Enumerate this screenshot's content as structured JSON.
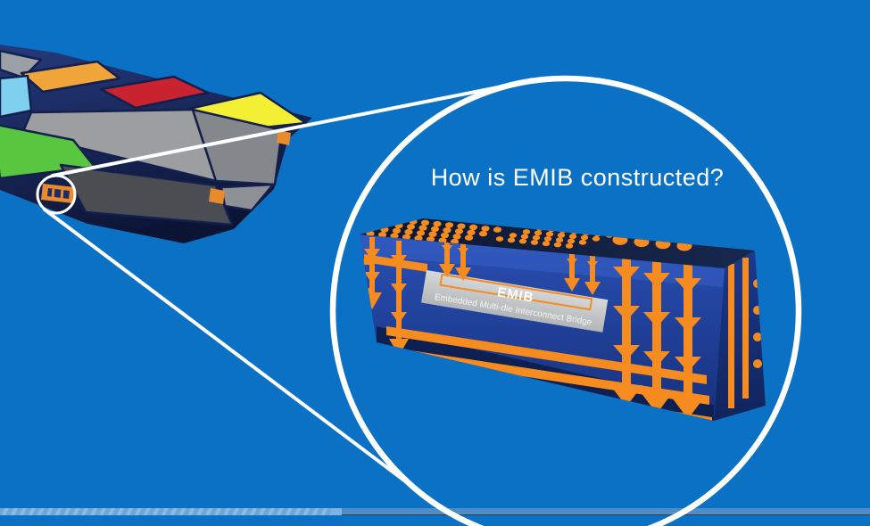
{
  "slide": {
    "title": "How is EMIB constructed?",
    "title_color": "#ffffff"
  },
  "emib_label": {
    "title": "EMIB",
    "subtitle": "Embedded Multi-die Interconnect Bridge"
  },
  "colors": {
    "background": "#0a71c5",
    "copper": "#f68b1f",
    "block_front_blue": "#1d3c98",
    "block_top_navy": "#0f1a36",
    "label_plate": "#c6c9cb",
    "magnifier_stroke": "#ffffff",
    "package_substrate": "#1c2c66",
    "die_orange": "#f0a53a",
    "die_red": "#c92330",
    "die_yellow": "#f3ef35",
    "die_cyan": "#7fd0ee",
    "die_green": "#58c63f",
    "die_gray": "#9c9ea0",
    "die_dark_gray": "#4a4e53"
  },
  "player": {
    "progress_percent": 38,
    "played_color": "#6fa6d6",
    "playhead_color": "#7eb3e6",
    "remaining_color": "#4e8dc6"
  }
}
